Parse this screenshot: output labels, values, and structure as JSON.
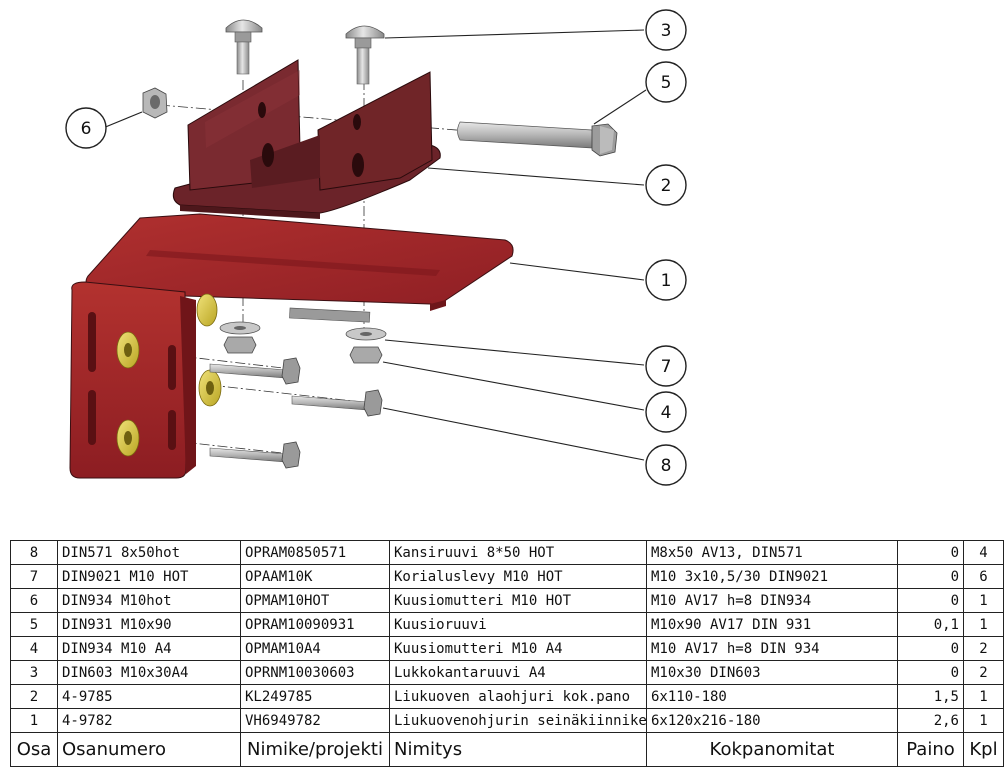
{
  "callouts": [
    "1",
    "2",
    "3",
    "4",
    "5",
    "6",
    "7",
    "8"
  ],
  "bom": {
    "headers": {
      "osa": "Osa",
      "osanumero": "Osanumero",
      "nimike": "Nimike/projekti",
      "nimitys": "Nimitys",
      "kokpanomitat": "Kokpanomitat",
      "paino": "Paino",
      "kpl": "Kpl"
    },
    "rows": [
      {
        "osa": "8",
        "osanumero": "DIN571 8x50hot",
        "nimike": "OPRAM0850571",
        "nimitys": "Kansiruuvi 8*50 HOT",
        "kokpanomitat": "M8x50 AV13, DIN571",
        "paino": "0",
        "kpl": "4"
      },
      {
        "osa": "7",
        "osanumero": "DIN9021 M10 HOT",
        "nimike": "OPAAM10K",
        "nimitys": "Korialuslevy M10 HOT",
        "kokpanomitat": "M10 3x10,5/30 DIN9021",
        "paino": "0",
        "kpl": "6"
      },
      {
        "osa": "6",
        "osanumero": "DIN934 M10hot",
        "nimike": "OPMAM10HOT",
        "nimitys": "Kuusiomutteri M10 HOT",
        "kokpanomitat": "M10 AV17 h=8 DIN934",
        "paino": "0",
        "kpl": "1"
      },
      {
        "osa": "5",
        "osanumero": "DIN931 M10x90",
        "nimike": "OPRAM10090931",
        "nimitys": "Kuusioruuvi",
        "kokpanomitat": "M10x90 AV17 DIN 931",
        "paino": "0,1",
        "kpl": "1"
      },
      {
        "osa": "4",
        "osanumero": "DIN934 M10 A4",
        "nimike": "OPMAM10A4",
        "nimitys": "Kuusiomutteri M10 A4",
        "kokpanomitat": "M10 AV17 h=8 DIN 934",
        "paino": "0",
        "kpl": "2"
      },
      {
        "osa": "3",
        "osanumero": "DIN603 M10x30A4",
        "nimike": "OPRNM10030603",
        "nimitys": "Lukkokantaruuvi A4",
        "kokpanomitat": "M10x30 DIN603",
        "paino": "0",
        "kpl": "2"
      },
      {
        "osa": "2",
        "osanumero": "4-9785",
        "nimike": "KL249785",
        "nimitys": "Liukuoven alaohjuri kok.pano",
        "kokpanomitat": "6x110-180",
        "paino": "1,5",
        "kpl": "1"
      },
      {
        "osa": "1",
        "osanumero": "4-9782",
        "nimike": "VH6949782",
        "nimitys": "Liukuovenohjurin seinäkiinnike",
        "kokpanomitat": "6x120x216-180",
        "paino": "2,6",
        "kpl": "1"
      }
    ]
  },
  "colors": {
    "bracket": "#a0262a",
    "guide": "#6b2329",
    "washer_yellow": "#d9c63a",
    "bolt": "#b8b8b8"
  }
}
